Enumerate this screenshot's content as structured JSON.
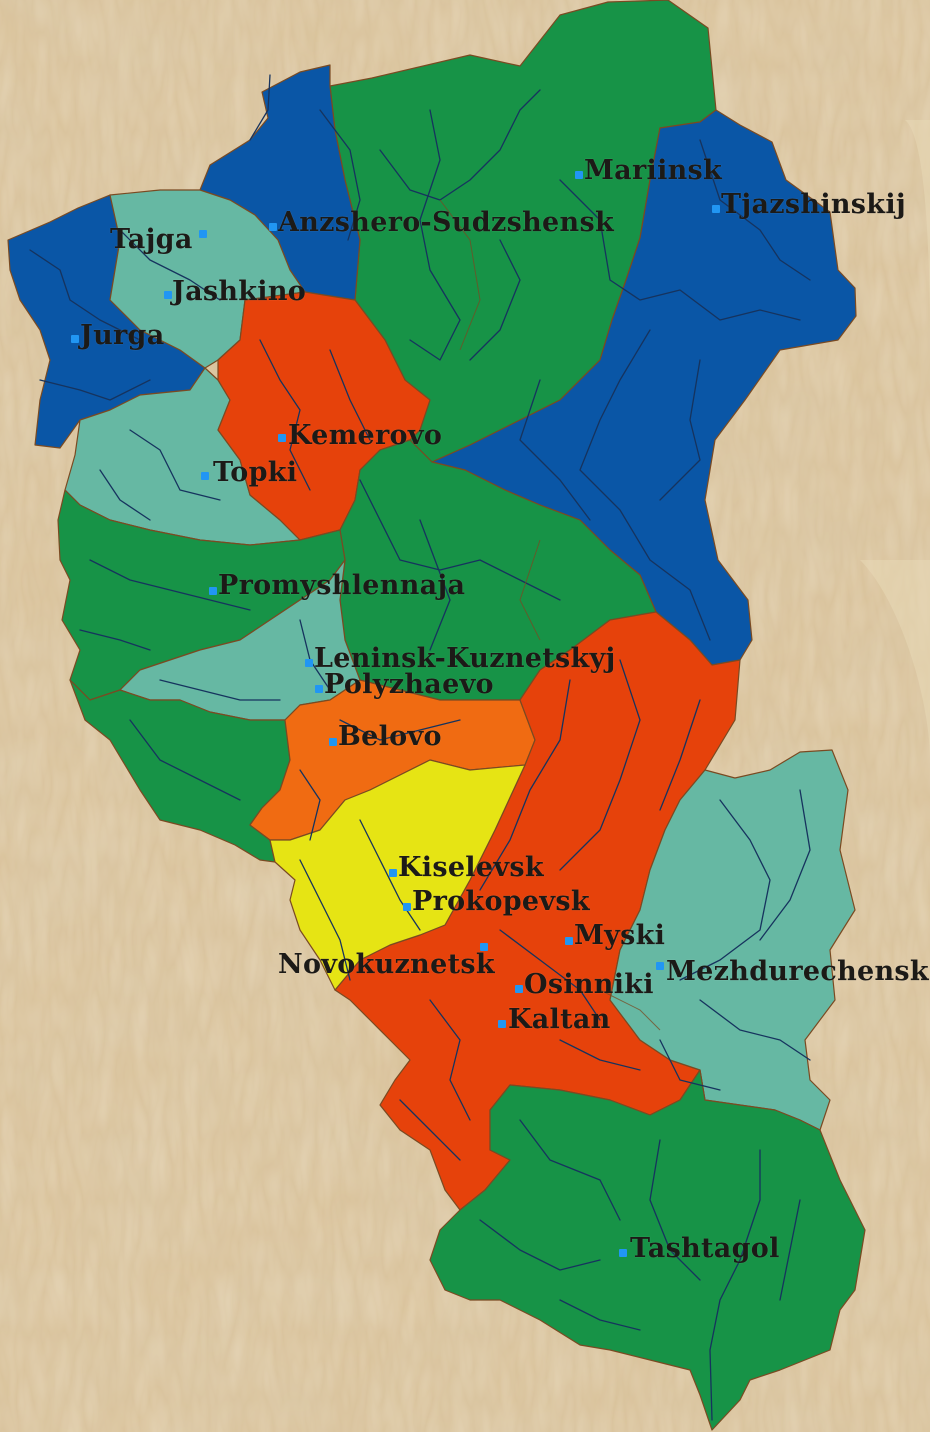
{
  "colors": {
    "paper": "#d9c29a",
    "green": "#179347",
    "blue": "#0a56a6",
    "teal": "#66b8a3",
    "red": "#e6420b",
    "orange": "#f06b12",
    "yellow": "#e6e414",
    "river": "#16335e",
    "border": "#7a4a22",
    "marker": "#2196f3"
  },
  "cities": [
    {
      "id": "mariinsk",
      "name": "Mariinsk"
    },
    {
      "id": "tjazshinskij",
      "name": "Tjazshinskij"
    },
    {
      "id": "anzhero",
      "name": "Anzshero-Sudzshensk"
    },
    {
      "id": "tajga",
      "name": "Tajga"
    },
    {
      "id": "jashkino",
      "name": "Jashkino"
    },
    {
      "id": "jurga",
      "name": "Jurga"
    },
    {
      "id": "kemerovo",
      "name": "Kemerovo"
    },
    {
      "id": "topki",
      "name": "Topki"
    },
    {
      "id": "promyshlennaja",
      "name": "Promyshlennaja"
    },
    {
      "id": "leninsk",
      "name": "Leninsk-Kuznetskyj"
    },
    {
      "id": "polyzhaevo",
      "name": "Polyzhaevo"
    },
    {
      "id": "belovo",
      "name": "Belovo"
    },
    {
      "id": "kiselevsk",
      "name": "Kiselevsk"
    },
    {
      "id": "prokopevsk",
      "name": "Prokopevsk"
    },
    {
      "id": "myski",
      "name": "Myski"
    },
    {
      "id": "novokuznetsk",
      "name": "Novokuznetsk"
    },
    {
      "id": "mezhdurechensk",
      "name": "Mezhdurechensk"
    },
    {
      "id": "osinniki",
      "name": "Osinniki"
    },
    {
      "id": "kaltan",
      "name": "Kaltan"
    },
    {
      "id": "tashtagol",
      "name": "Tashtagol"
    }
  ]
}
